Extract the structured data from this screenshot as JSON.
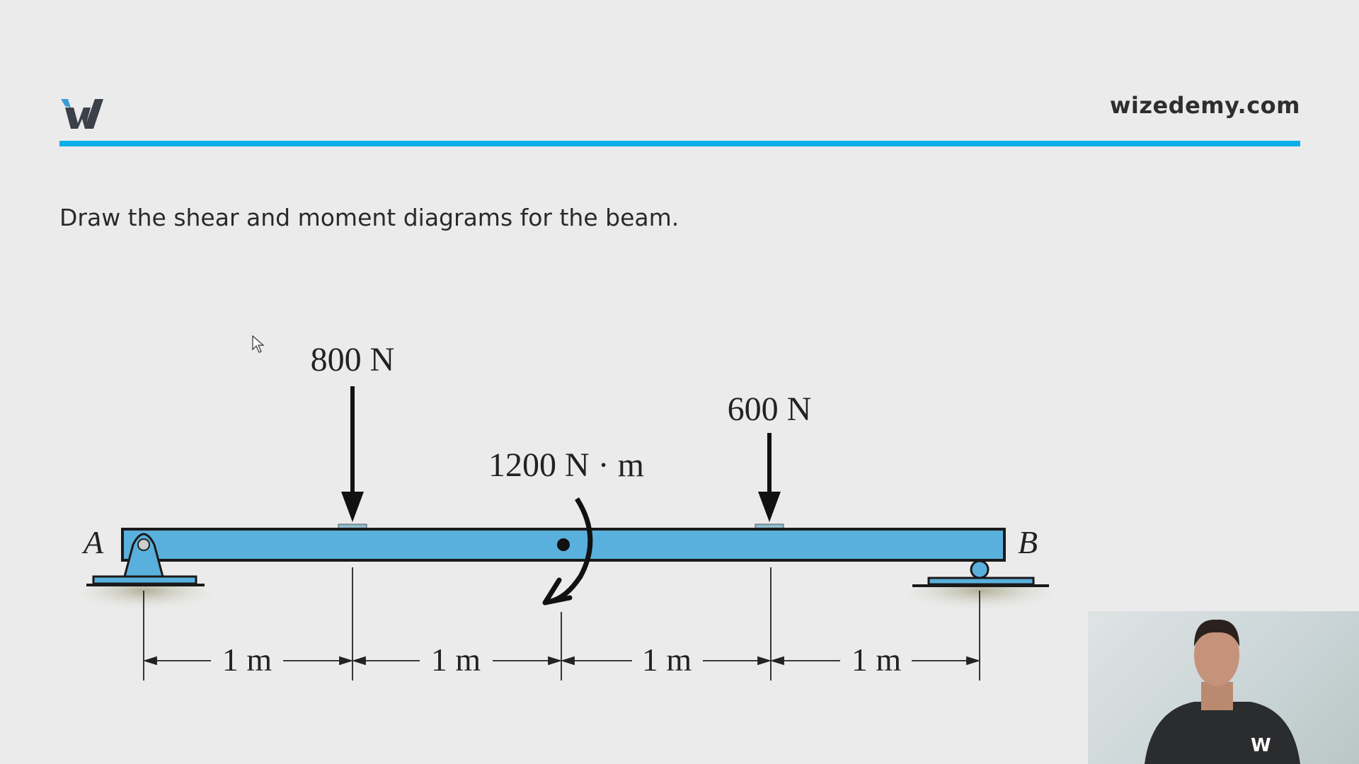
{
  "header": {
    "logo_text": "W",
    "site": "wizedemy.com",
    "accent_color": "#0aaee8"
  },
  "question": "Draw the shear and moment diagrams for the beam.",
  "diagram": {
    "beam_color": "#5ab0dc",
    "loads": [
      {
        "label": "800 N"
      },
      {
        "label": "600 N"
      }
    ],
    "moment": {
      "label": "1200 N · m"
    },
    "supports": {
      "left": "A",
      "right": "B"
    },
    "dimensions": [
      "1 m",
      "1 m",
      "1 m",
      "1 m"
    ]
  },
  "webcam": {
    "shirt_logo": "W"
  }
}
